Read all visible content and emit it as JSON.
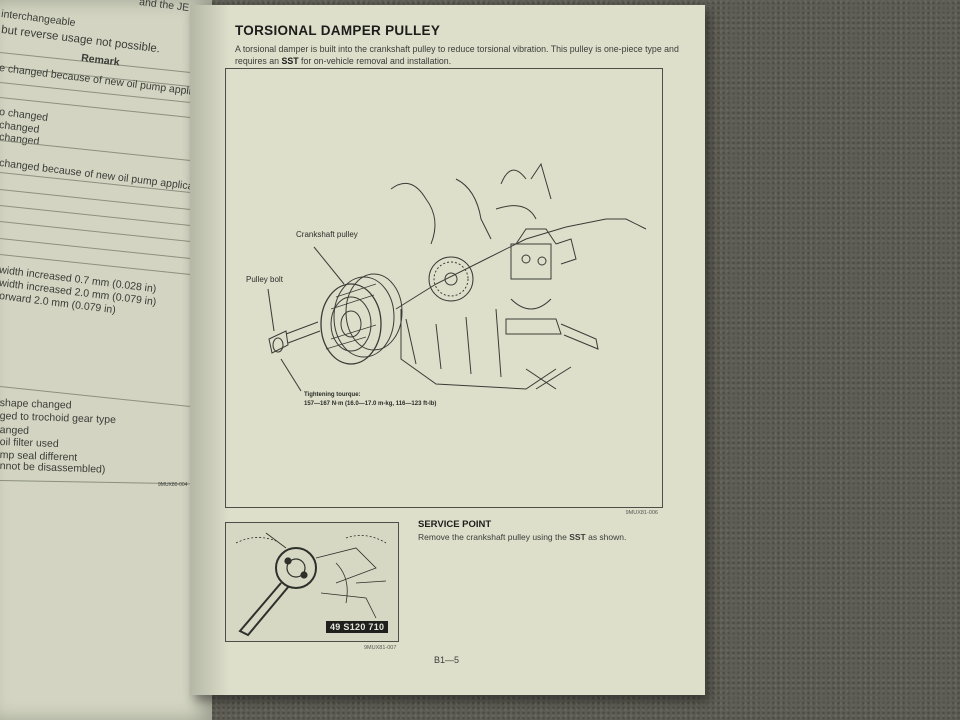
{
  "left_page": {
    "header_lines": [
      "interchangeable",
      "but reverse usage not possible.",
      "and the JE engine"
    ],
    "column_header": "Remark",
    "rows": [
      "e changed because of new oil pump application",
      "o changed",
      "changed",
      "changed",
      "changed because of new oil pump application",
      "width increased 0.7 mm (0.028 in)",
      "width increased 2.0 mm (0.079 in)",
      "orward 2.0 mm (0.079 in)",
      "shape changed",
      "ged to trochoid gear type",
      "anged",
      "oil filter used",
      "mp seal different",
      "nnot be disassembled)"
    ],
    "fig_code": "9MUX80-004"
  },
  "right_page": {
    "title": "TORSIONAL DAMPER PULLEY",
    "intro_pre": "A torsional damper is built into the crankshaft pulley to reduce torsional vibration. This pulley is one-piece type and requires an ",
    "intro_bold": "SST",
    "intro_post": " for on-vehicle removal and installation.",
    "figure": {
      "label_pulley": "Crankshaft pulley",
      "label_bolt": "Pulley bolt",
      "torque_title": "Tightening tourque:",
      "torque_value": "157—167 N·m (16.0—17.0 m-kg, 116—123 ft-lb)",
      "fig_code": "9MUX81-006"
    },
    "sst": {
      "tool_number": "49 S120 710",
      "fig_code": "9MUX81-007"
    },
    "service_point": {
      "title": "SERVICE POINT",
      "text_pre": "Remove the crankshaft pulley using the ",
      "text_bold": "SST",
      "text_post": " as shown."
    },
    "page_number": "B1—5"
  }
}
